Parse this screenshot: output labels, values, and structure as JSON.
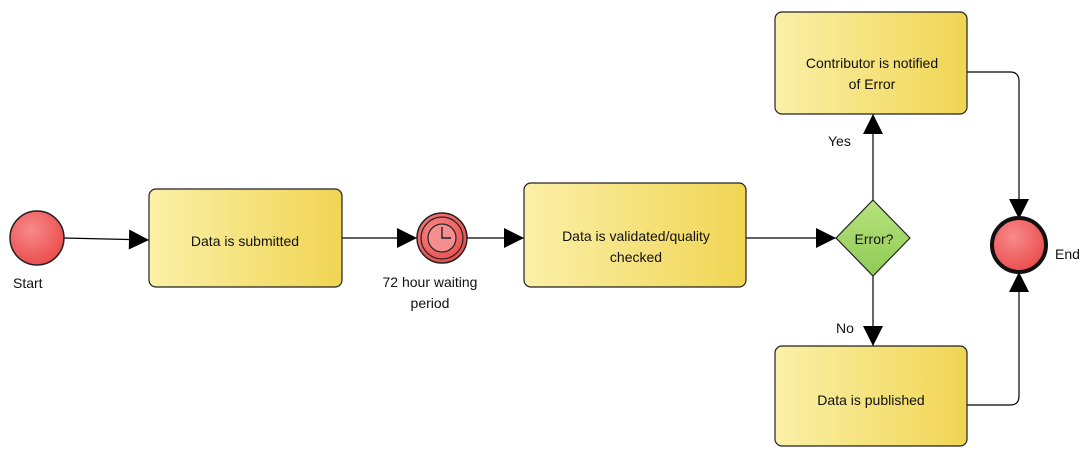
{
  "events": {
    "start_label": "Start",
    "end_label": "End",
    "timer_label_line1": "72 hour waiting",
    "timer_label_line2": "period"
  },
  "tasks": {
    "submitted": "Data is submitted",
    "validated_line1": "Data is validated/quality",
    "validated_line2": "checked",
    "notified_line1": "Contributor is notified",
    "notified_line2": "of Error",
    "published": "Data is published"
  },
  "gateway": {
    "label": "Error?",
    "yes_label": "Yes",
    "no_label": "No"
  },
  "colors": {
    "task_fill_light": "#fbeea4",
    "task_fill_dark": "#f1d65a",
    "event_fill": "#f06060",
    "gateway_fill": "#a8d870"
  }
}
